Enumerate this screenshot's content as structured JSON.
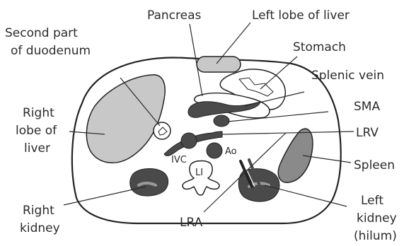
{
  "labels": {
    "pancreas": "Pancreas",
    "left_lobe_liver": "Left lobe of liver",
    "second_part_line1": "Second part",
    "second_part_line2": "of duodenum",
    "stomach": "Stomach",
    "splenic_vein": "Splenic vein",
    "sma": "SMA",
    "right_lobe_line1": "Right",
    "right_lobe_line2": "lobe of",
    "right_lobe_line3": "liver",
    "lrv": "LRV",
    "ivc": "IVC",
    "ao": "Ao",
    "li": "LI",
    "spleen": "Spleen",
    "right_kidney_line1": "Right",
    "right_kidney_line2": "kidney",
    "lra": "LRA",
    "left_kidney_line1": "Left",
    "left_kidney_line2": "kidney",
    "left_kidney_line3": "(hilum)"
  },
  "colors": {
    "outline": "#222222",
    "light_gray": "#c8c8c8",
    "mid_gray": "#8a8a8a",
    "dark_gray": "#4a4a4a",
    "kidney_inner": "#9a9a9a",
    "text": "#2b2b2b"
  }
}
